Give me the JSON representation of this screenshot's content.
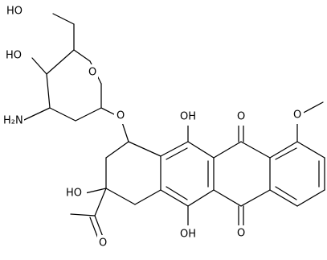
{
  "labels": {
    "ch2oh_oh": "HO",
    "ring_o": "O",
    "sugar_oh": "HO",
    "amine": "H₂N",
    "glycoside_o": "O",
    "ring_oh_upper": "OH",
    "quinone_o_upper": "O",
    "methoxy_o": "O",
    "tertiary_oh": "HO",
    "acetyl_o": "O",
    "ring_oh_lower": "OH",
    "quinone_o_lower": "O"
  }
}
